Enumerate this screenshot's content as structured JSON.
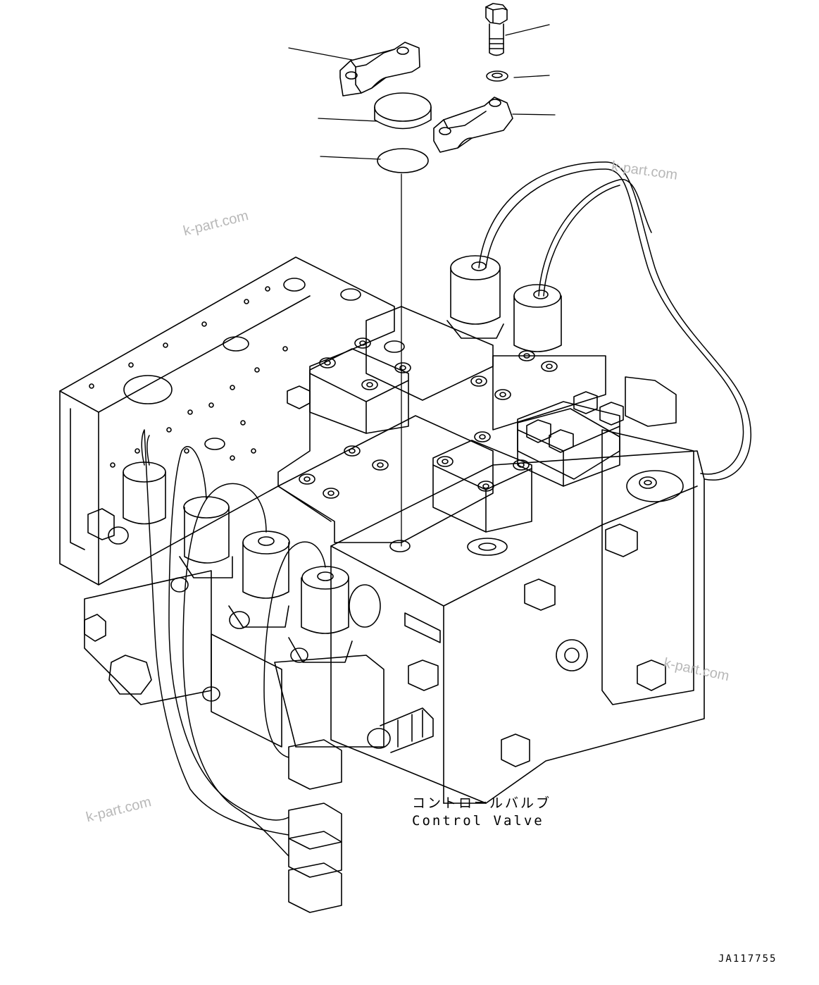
{
  "caption": {
    "japanese": "コントロールバルブ",
    "english": "Control Valve"
  },
  "document_id": "JA117755",
  "watermarks": [
    "k-part.com",
    "k-part.com",
    "k-part.com",
    "k-part.com"
  ],
  "parts": [
    {
      "icon": "split-flange-half-upper"
    },
    {
      "icon": "hex-bolt"
    },
    {
      "icon": "washer"
    },
    {
      "icon": "blind-plug-cover"
    },
    {
      "icon": "split-flange-half-lower"
    },
    {
      "icon": "o-ring"
    }
  ]
}
